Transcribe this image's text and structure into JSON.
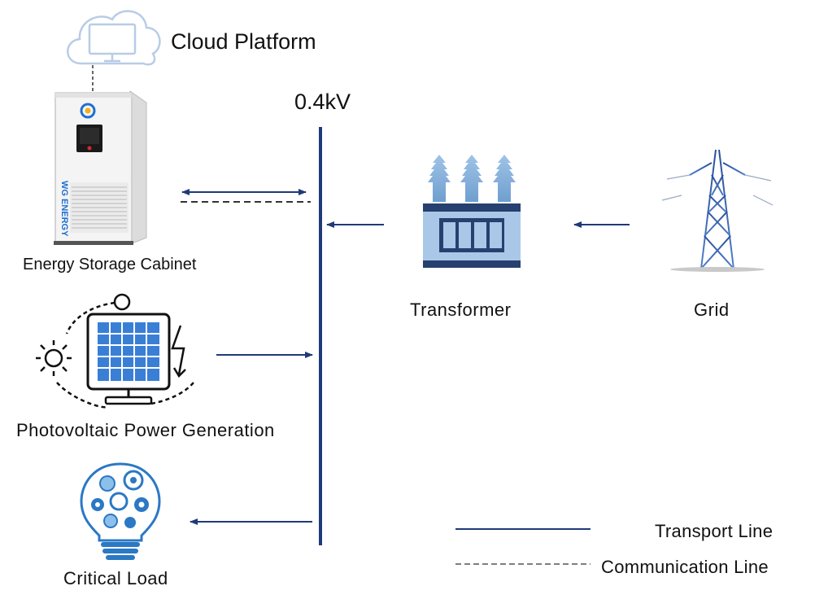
{
  "title": "",
  "nodes": {
    "cloud": {
      "label": "Cloud Platform",
      "icon": "cloud-monitor-icon"
    },
    "bus": {
      "label": "0.4kV"
    },
    "storage": {
      "label": "Energy Storage Cabinet",
      "icon": "energy-storage-cabinet-icon",
      "brand": "WG ENERGY"
    },
    "pv": {
      "label": "Photovoltaic Power Generation",
      "icon": "solar-panel-icon"
    },
    "load": {
      "label": "Critical Load",
      "icon": "lightbulb-gears-icon"
    },
    "transformer": {
      "label": "Transformer",
      "icon": "transformer-icon"
    },
    "grid": {
      "label": "Grid",
      "icon": "transmission-tower-icon"
    }
  },
  "legend": {
    "transport": "Transport Line",
    "communication": "Communication Line"
  },
  "colors": {
    "line": "#1f3a78",
    "dash": "#444444",
    "icon_light": "#a9c8e8",
    "icon_dark": "#26406f",
    "tower": "#3b63ad"
  }
}
